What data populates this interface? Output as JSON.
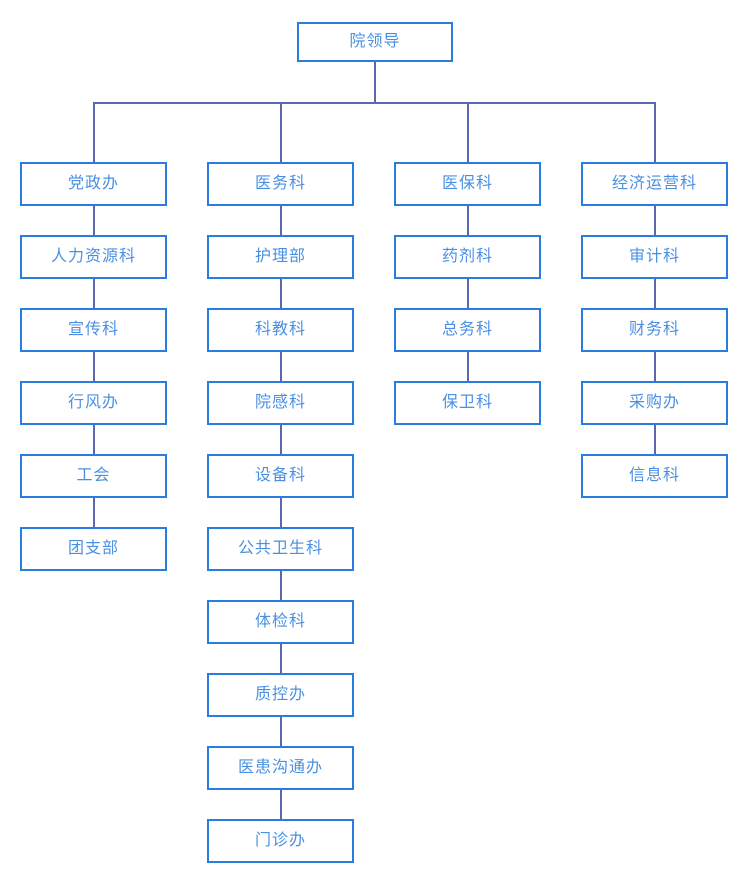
{
  "chart": {
    "type": "org-chart",
    "root": {
      "label": "院领导"
    },
    "columns": [
      {
        "items": [
          "党政办",
          "人力资源科",
          "宣传科",
          "行风办",
          "工会",
          "团支部"
        ]
      },
      {
        "items": [
          "医务科",
          "护理部",
          "科教科",
          "院感科",
          "设备科",
          "公共卫生科",
          "体检科",
          "质控办",
          "医患沟通办",
          "门诊办"
        ]
      },
      {
        "items": [
          "医保科",
          "药剂科",
          "总务科",
          "保卫科"
        ]
      },
      {
        "items": [
          "经济运营科",
          "审计科",
          "财务科",
          "采购办",
          "信息科"
        ]
      }
    ],
    "colors": {
      "box_border": "#2b7ce0",
      "box_text": "#4a90e2",
      "connector": "#5b68b1",
      "background": "#ffffff"
    }
  }
}
